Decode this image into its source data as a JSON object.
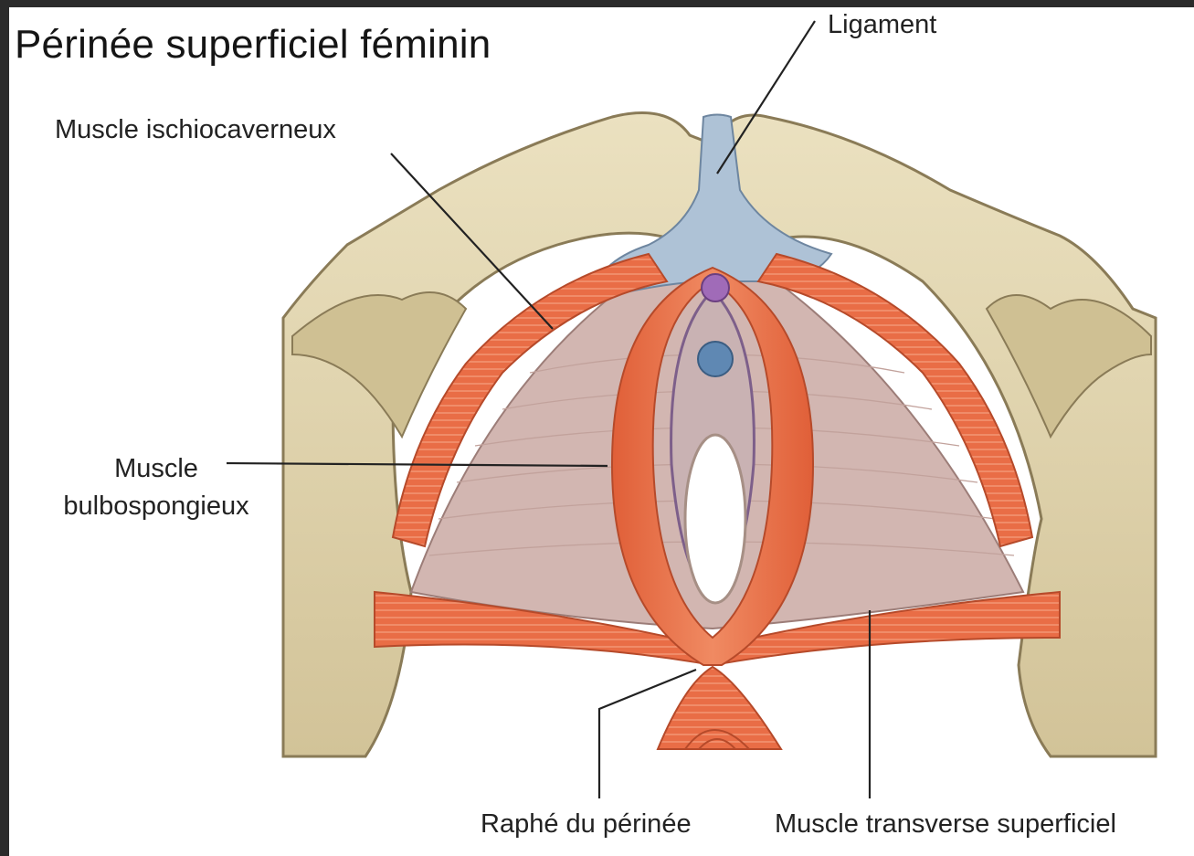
{
  "title": "Périnée superficiel féminin",
  "labels": {
    "ischio": "Muscle ischiocaverneux",
    "bulbo_line1": "Muscle",
    "bulbo_line2": "bulbospongieux",
    "ligament": "Ligament",
    "raphe": "Raphé du périnée",
    "transverse": "Muscle transverse superficiel"
  },
  "colors": {
    "background": "#2b2b2b",
    "bone": "#e2d6b0",
    "muscle": "#e8714a",
    "membrane": "#cdb0ab",
    "ligament": "#a9bcd0"
  }
}
